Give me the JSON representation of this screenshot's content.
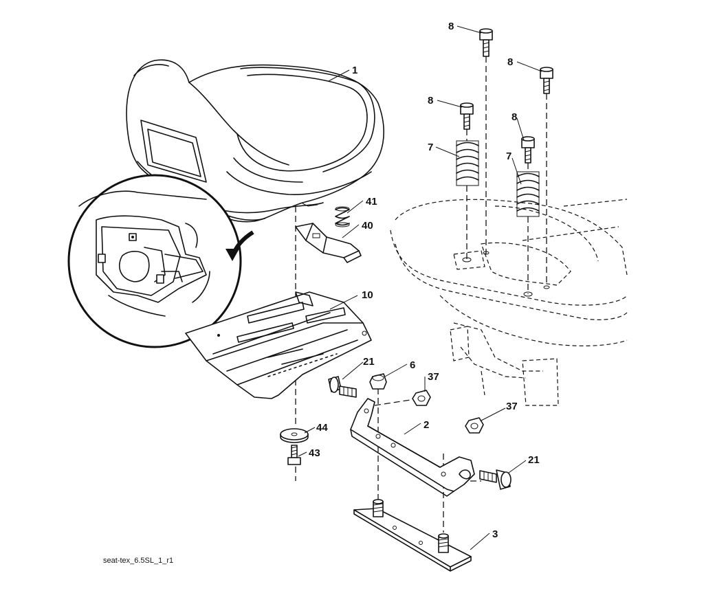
{
  "diagram": {
    "caption": "seat-tex_6.5SL_1_r1",
    "parts": [
      {
        "id": "seat",
        "label": "1"
      },
      {
        "id": "seat-bracket-hinge",
        "label": "2"
      },
      {
        "id": "mounting-plate",
        "label": "3"
      },
      {
        "id": "nut-6",
        "label": "6"
      },
      {
        "id": "spring-7-left",
        "label": "7"
      },
      {
        "id": "spring-7-right",
        "label": "7"
      },
      {
        "id": "bolt-8-a",
        "label": "8"
      },
      {
        "id": "bolt-8-b",
        "label": "8"
      },
      {
        "id": "bolt-8-c",
        "label": "8"
      },
      {
        "id": "bolt-8-d",
        "label": "8"
      },
      {
        "id": "seat-pan",
        "label": "10"
      },
      {
        "id": "bolt-21-left",
        "label": "21"
      },
      {
        "id": "bolt-21-right",
        "label": "21"
      },
      {
        "id": "nut-37-upper",
        "label": "37"
      },
      {
        "id": "nut-37-lower",
        "label": "37"
      },
      {
        "id": "bracket-40",
        "label": "40"
      },
      {
        "id": "spring-41",
        "label": "41"
      },
      {
        "id": "screw-43",
        "label": "43"
      },
      {
        "id": "washer-44",
        "label": "44"
      }
    ]
  }
}
